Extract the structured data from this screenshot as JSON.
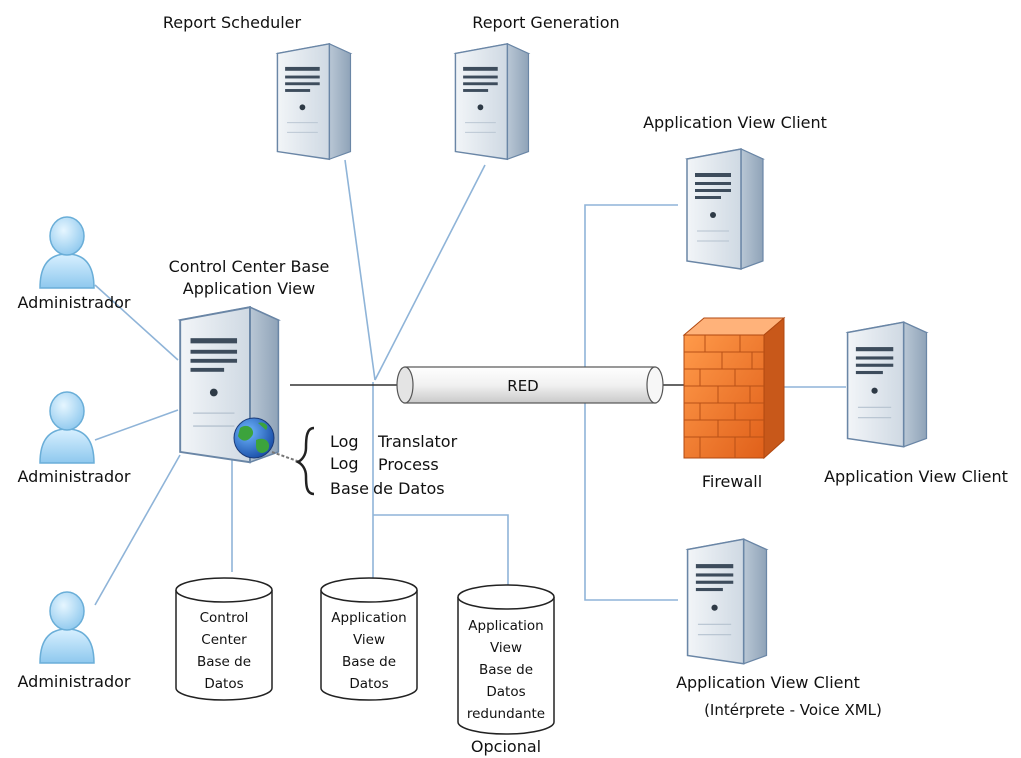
{
  "labels": {
    "report_scheduler": "Report Scheduler",
    "report_generation": "Report Generation",
    "app_view_client_top": "Application View Client",
    "control_center_line1": "Control Center Base",
    "control_center_line2": "Application View",
    "admin_1": "Administrador",
    "admin_2": "Administrador",
    "admin_3": "Administrador",
    "network": "RED",
    "log_line1": "Log",
    "log_line2": "Log",
    "log_line3": "Base",
    "translator_line1": "Translator",
    "translator_line2": "Process",
    "translator_line3": "de Datos",
    "firewall": "Firewall",
    "app_view_client_right": "Application View Client",
    "app_view_client_bottom_line1": "Application View Client",
    "app_view_client_bottom_line2": "(Intérprete - Voice XML)",
    "optional": "Opcional"
  },
  "databases": [
    {
      "lines": [
        "Control",
        "Center",
        "Base de",
        "Datos"
      ]
    },
    {
      "lines": [
        "Application",
        "View",
        "Base de",
        "Datos"
      ]
    },
    {
      "lines": [
        "Application",
        "View",
        "Base de",
        "Datos",
        "redundante"
      ]
    }
  ],
  "colors": {
    "link_line": "#8fb4d8",
    "network_line": "#333333",
    "server_body": "#dde6ee",
    "server_outline": "#6a86a6",
    "firewall": "#f07a2a",
    "user": "#9fd0f0"
  }
}
